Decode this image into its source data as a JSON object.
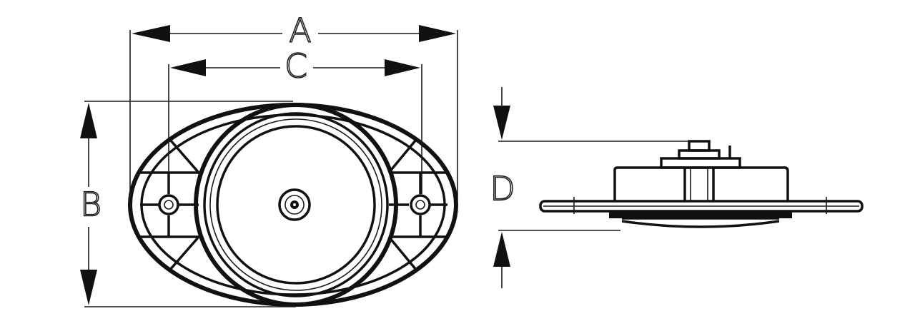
{
  "dimensions": {
    "a": "A",
    "b": "B",
    "c": "C",
    "d": "D"
  },
  "colors": {
    "line": "#111111",
    "background": "#ffffff"
  }
}
